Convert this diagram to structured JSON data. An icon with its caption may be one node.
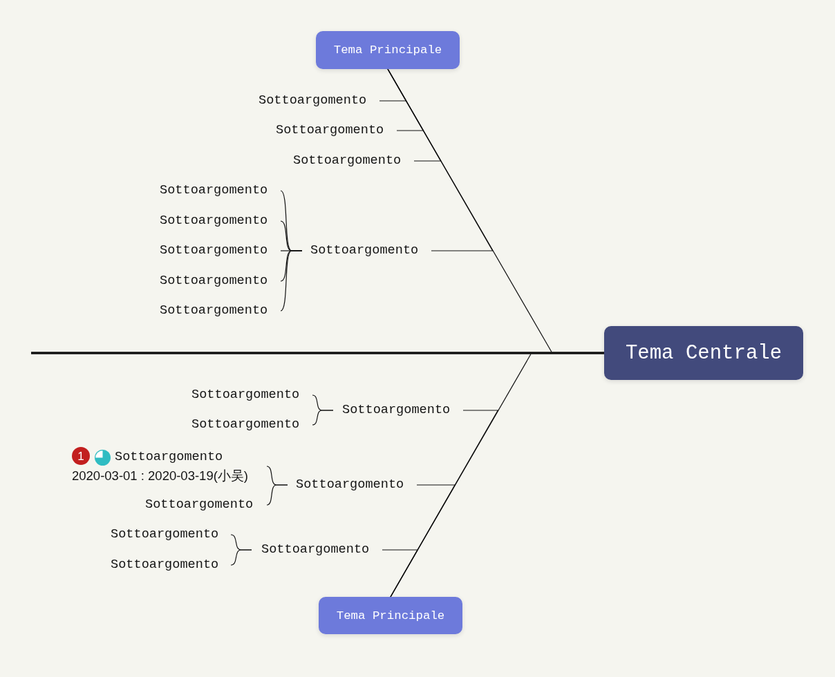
{
  "diagram": {
    "nodes": [
      {
        "text": [
          "Tema Centrale"
        ]
      },
      {
        "text": [
          "Tema Principale"
        ]
      },
      {
        "text": [
          "Sottoargomento"
        ]
      },
      {
        "text": [
          "Sottoargomento"
        ]
      },
      {
        "text": [
          "Sottoargomento"
        ]
      },
      {
        "text": [
          "Sottoargomento"
        ]
      },
      {
        "text": [
          "Sottoargomento"
        ]
      },
      {
        "text": [
          "Sottoargomento"
        ]
      },
      {
        "text": [
          "Sottoargomento"
        ]
      },
      {
        "text": [
          "Sottoargomento"
        ]
      },
      {
        "text": [
          "Sottoargomento"
        ]
      },
      {
        "text": [
          "Tema Principale"
        ]
      },
      {
        "text": [
          "Sottoargomento"
        ]
      },
      {
        "text": [
          "Sottoargomento"
        ]
      },
      {
        "text": [
          "Sottoargomento"
        ]
      },
      {
        "text": [
          "Sottoargomento"
        ]
      },
      {
        "text": [
          "1"
        ]
      },
      {
        "text": [
          "Sottoargomento",
          "2020-03-01 : 2020-03-19(小吴)"
        ]
      },
      {
        "text": [
          "Sottoargomento"
        ]
      },
      {
        "text": [
          "Sottoargomento"
        ]
      },
      {
        "text": [
          "Sottoargomento"
        ]
      },
      {
        "text": [
          "Sottoargomento"
        ]
      }
    ],
    "edges": [
      {
        "from": null,
        "to": 0,
        "arrow": "none",
        "style": "thick"
      },
      {
        "from": 1,
        "to": null,
        "arrow": "none"
      },
      {
        "from": 1,
        "to": 2,
        "arrow": "none"
      },
      {
        "from": 1,
        "to": 3,
        "arrow": "none"
      },
      {
        "from": 1,
        "to": 4,
        "arrow": "none"
      },
      {
        "from": 1,
        "to": 5,
        "arrow": "none"
      },
      {
        "from": 5,
        "to": 6,
        "arrow": "none"
      },
      {
        "from": 5,
        "to": 7,
        "arrow": "none"
      },
      {
        "from": 5,
        "to": 8,
        "arrow": "none"
      },
      {
        "from": 5,
        "to": 9,
        "arrow": "none"
      },
      {
        "from": 5,
        "to": 10,
        "arrow": "none"
      },
      {
        "from": 11,
        "to": null,
        "arrow": "none"
      },
      {
        "from": 11,
        "to": 12,
        "arrow": "none"
      },
      {
        "from": 12,
        "to": 13,
        "arrow": "none"
      },
      {
        "from": 12,
        "to": 14,
        "arrow": "none"
      },
      {
        "from": 11,
        "to": 15,
        "arrow": "none"
      },
      {
        "from": 15,
        "to": 17,
        "arrow": "none"
      },
      {
        "from": 15,
        "to": 18,
        "arrow": "none"
      },
      {
        "from": 11,
        "to": 19,
        "arrow": "none"
      },
      {
        "from": 19,
        "to": 20,
        "arrow": "none"
      },
      {
        "from": 19,
        "to": 21,
        "arrow": "none"
      }
    ]
  }
}
